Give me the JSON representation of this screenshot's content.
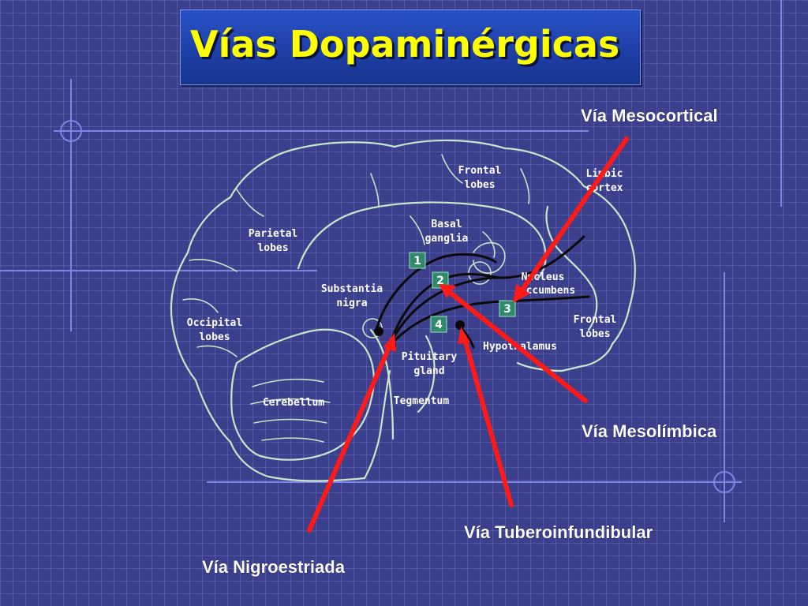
{
  "title": "Vías Dopaminérgicas",
  "pathway_labels": {
    "mesocortical": "Vía Mesocortical",
    "mesolimbica": "Vía Mesolímbica",
    "tuberoinfundibular": "Vía Tuberoinfundibular",
    "nigroestriada": "Vía Nigroestriada"
  },
  "brain_labels": {
    "frontal_lobes": [
      "Frontal",
      "lobes"
    ],
    "limbic_cortex": [
      "Limbic",
      "cortex"
    ],
    "basal_ganglia": [
      "Basal",
      "ganglia"
    ],
    "parietal_lobes": [
      "Parietal",
      "lobes"
    ],
    "nucleus_accumbens": [
      "Nucleus",
      "accumbens"
    ],
    "substantia_nigra": [
      "Substantia",
      "nigra"
    ],
    "occipital_lobes": [
      "Occipital",
      "lobes"
    ],
    "frontal_lobes_lower": [
      "Frontal",
      "lobes"
    ],
    "hypothalamus": "Hypothalamus",
    "pituitary_gland": [
      "Pituitary",
      "gland"
    ],
    "cerebellum": "Cerebellum",
    "tegmentum": "Tegmentum"
  },
  "pathway_numbers": [
    "1",
    "2",
    "3",
    "4"
  ],
  "colors": {
    "background": "#3b3f8c",
    "title_text": "#ffff00",
    "arrow": "#ff1a1a",
    "outline": "#c8e6c8"
  }
}
